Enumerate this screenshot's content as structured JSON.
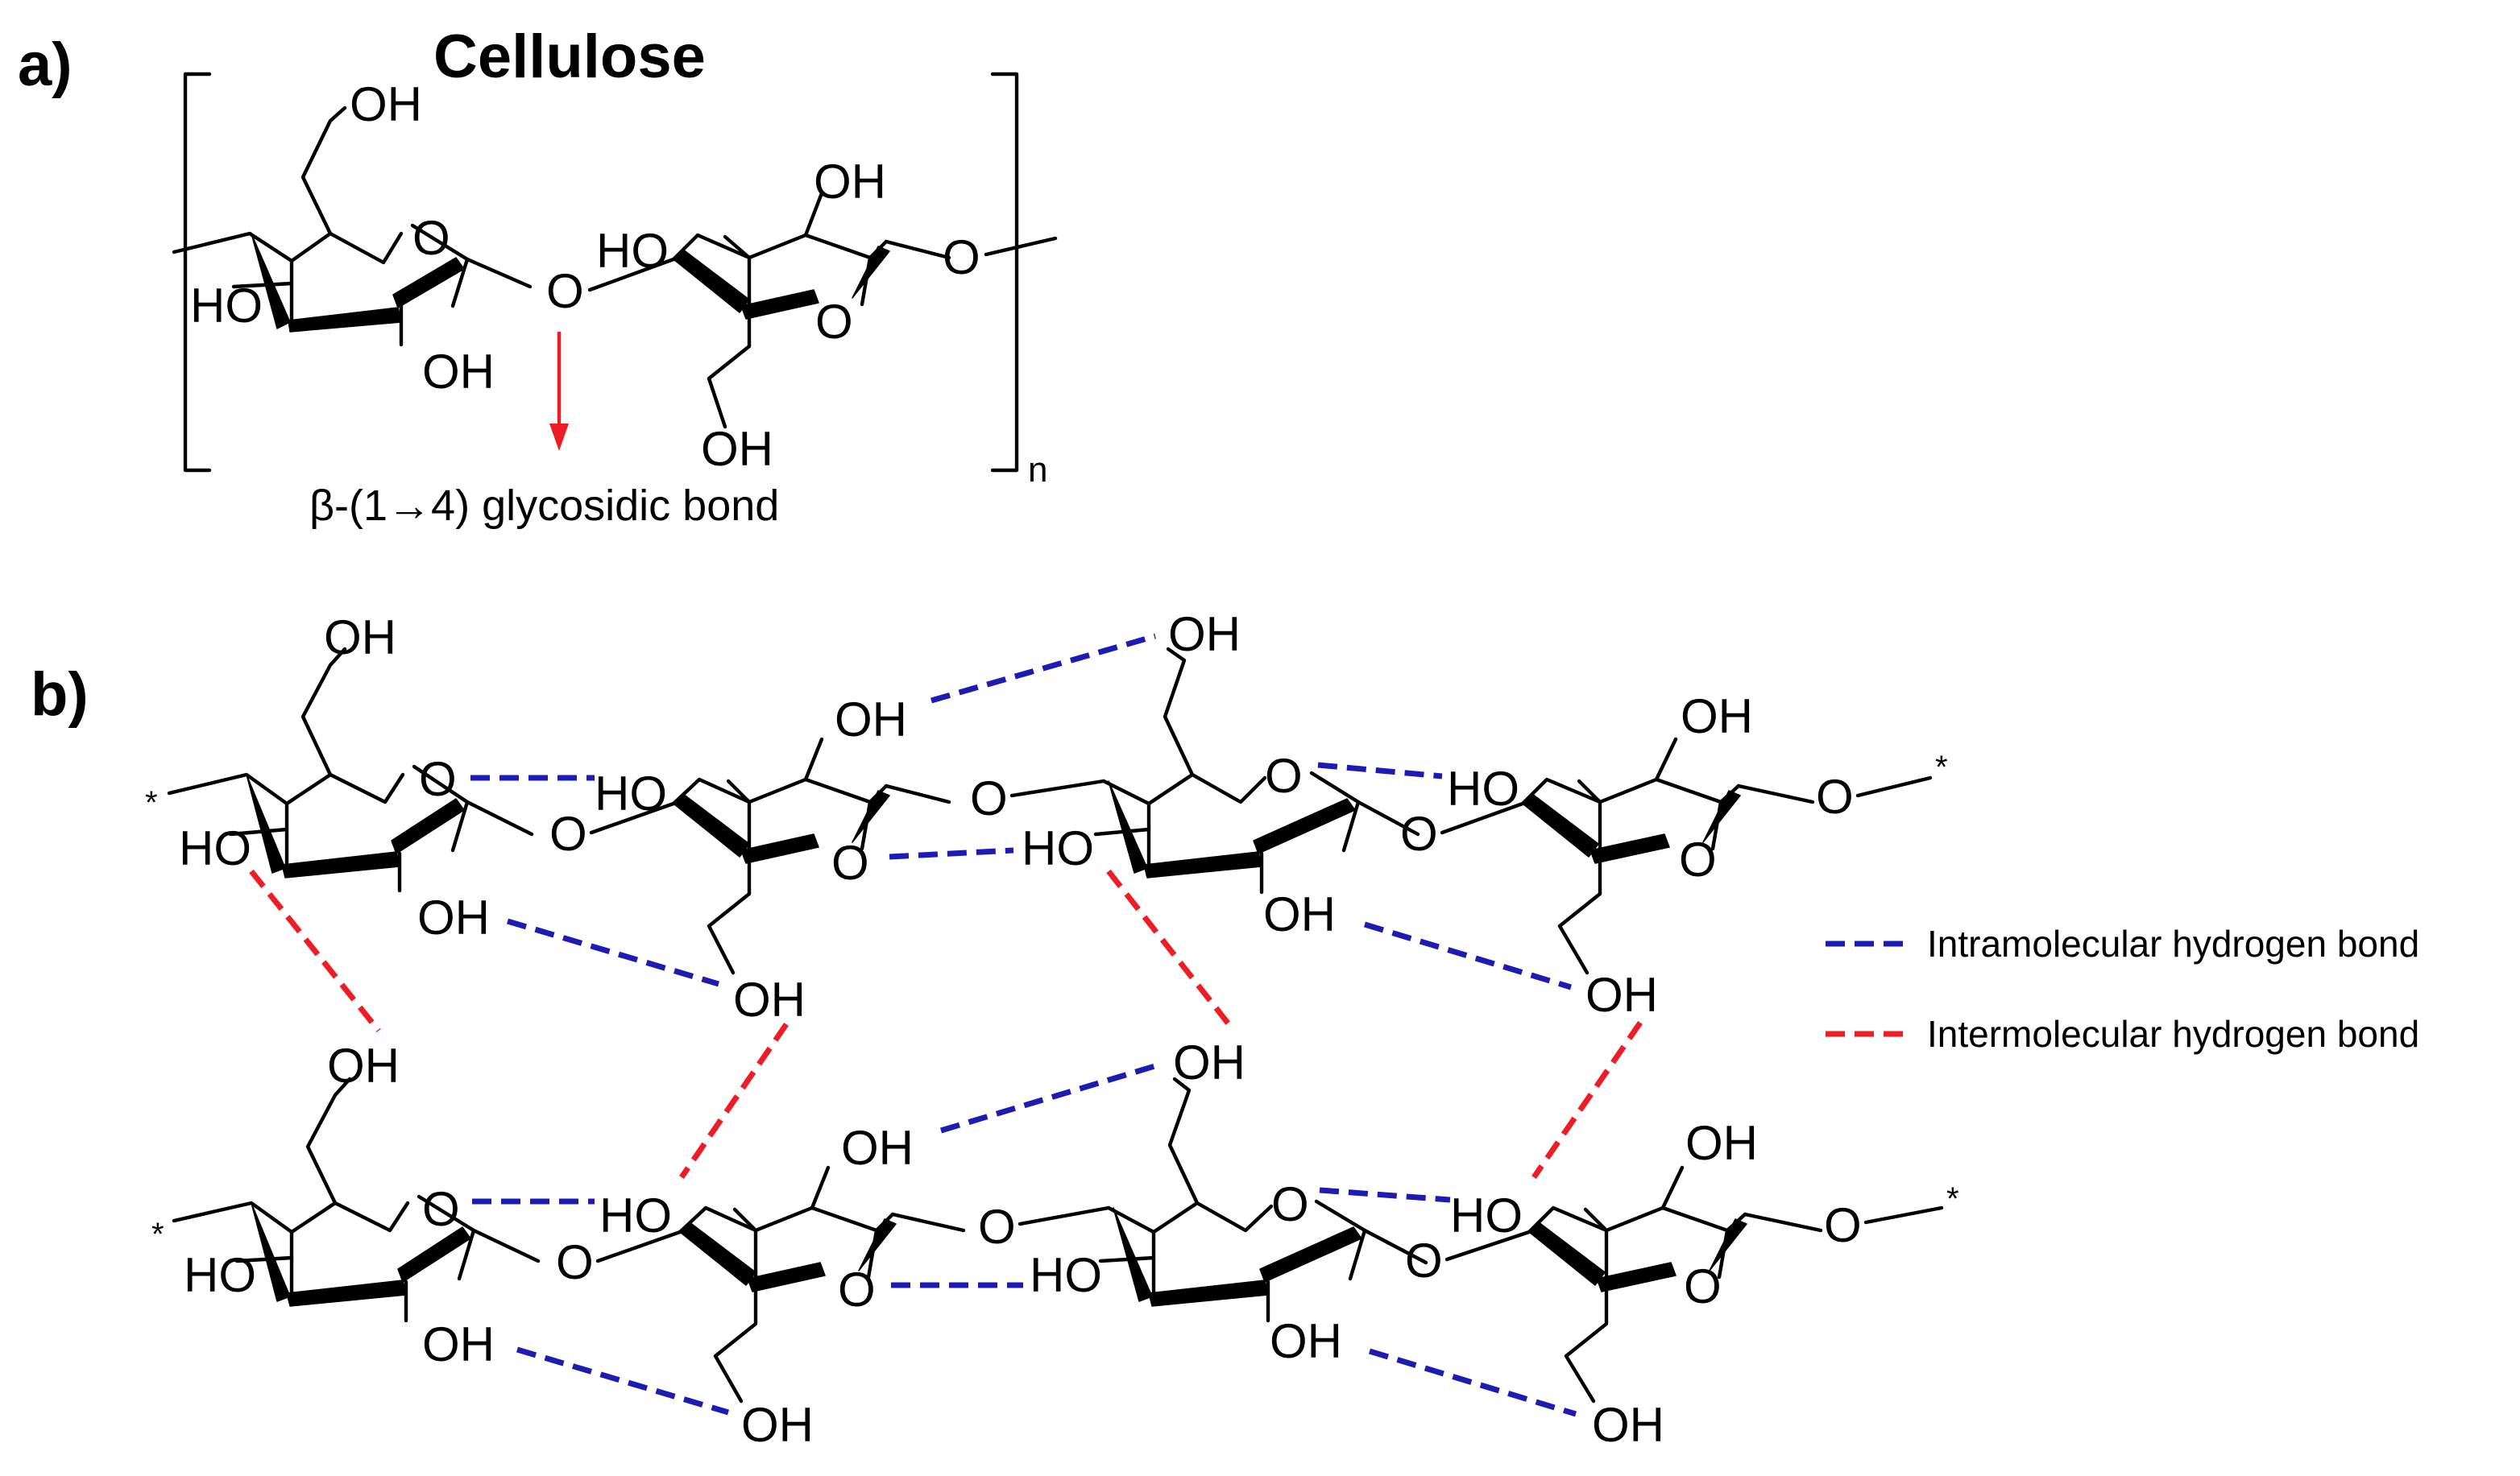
{
  "panel_a": {
    "label": "a)",
    "title": "Cellulose",
    "repeat_subscript": "n",
    "bond_caption": "β-(1→4) glycosidic bond"
  },
  "panel_b": {
    "label": "b)",
    "chain_end_marker": "*"
  },
  "atoms": {
    "hydroxyl": "OH",
    "hydroxyl_left": "HO",
    "oxygen": "O"
  },
  "legend": {
    "items": [
      {
        "label": "Intramolecular hydrogen bond",
        "color": "#1c1cb4",
        "style": "dashed"
      },
      {
        "label": "Intermolecular hydrogen bond",
        "color": "#ee1c24",
        "style": "dashed"
      }
    ]
  },
  "colors": {
    "intramolecular": "#1c1cb4",
    "intermolecular": "#ee1c24",
    "bond_arrow": "#ee1c24"
  }
}
